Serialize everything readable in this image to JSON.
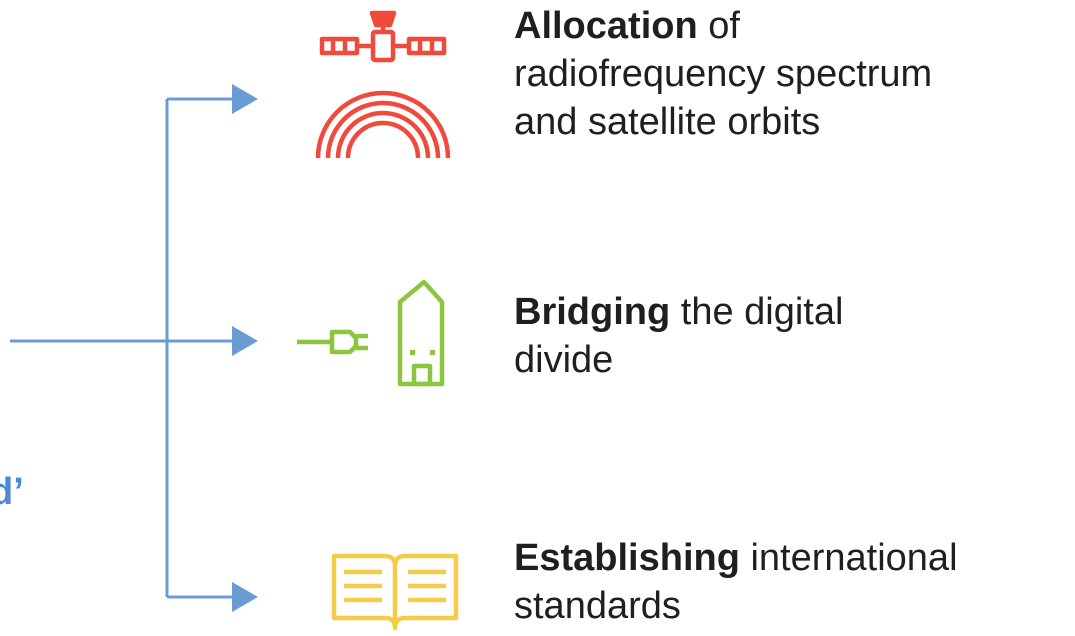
{
  "clipped_label": {
    "text": "d’",
    "color": "#4a8ad6"
  },
  "connector": {
    "color": "#6a9bd4"
  },
  "items": [
    {
      "icon": "satellite-icon",
      "icon_color": "#ef4a3c",
      "bold": "Allocation",
      "rest_line1": " of",
      "line2": "radiofrequency spectrum",
      "line3": "and satellite orbits"
    },
    {
      "icon": "plug-house-icon",
      "icon_color": "#8cc63f",
      "bold": "Bridging",
      "rest_line1": " the digital",
      "line2": "divide"
    },
    {
      "icon": "open-book-icon",
      "icon_color": "#f5cc4a",
      "bold": "Establishing",
      "rest_line1": " international",
      "line2": "standards"
    }
  ]
}
